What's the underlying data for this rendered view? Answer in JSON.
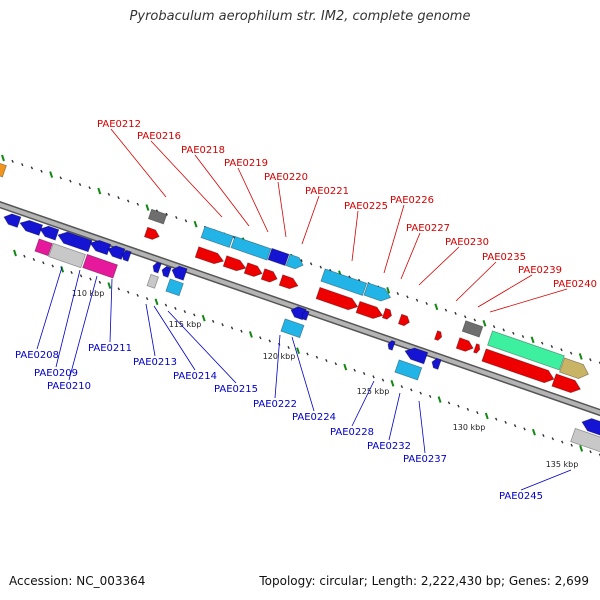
{
  "title": "Pyrobaculum aerophilum str. IM2, complete genome",
  "footer": {
    "accession": "Accession: NC_003364",
    "topology": "Topology: circular; Length: 2,222,430 bp; Genes: 2,699"
  },
  "colors": {
    "red": "#ee0000",
    "blue": "#1414d2",
    "cyan": "#22b4e6",
    "magenta": "#e6189c",
    "gray": "#c8c8c8",
    "darkgray": "#6e6e6e",
    "green": "#3cf0a0",
    "olive": "#c8b464",
    "orange": "#f0961e",
    "tick_green": "#118811",
    "label_red": "#d40000",
    "label_blue": "#0000c8"
  },
  "ticks": [
    {
      "label": "110 kbp"
    },
    {
      "label": "115 kbp"
    },
    {
      "label": "120 kbp"
    },
    {
      "label": "125 kbp"
    },
    {
      "label": "130 kbp"
    },
    {
      "label": "135 kbp"
    }
  ],
  "top_labels": [
    "PAE0212",
    "PAE0216",
    "PAE0218",
    "PAE0219",
    "PAE0220",
    "PAE0221",
    "PAE0225",
    "PAE0226",
    "PAE0227",
    "PAE0230",
    "PAE0235",
    "PAE0239",
    "PAE0240"
  ],
  "bottom_labels": [
    "PAE0208",
    "PAE0209",
    "PAE0210",
    "PAE0211",
    "PAE0213",
    "PAE0214",
    "PAE0215",
    "PAE0222",
    "PAE0224",
    "PAE0228",
    "PAE0232",
    "PAE0237",
    "PAE0245"
  ]
}
